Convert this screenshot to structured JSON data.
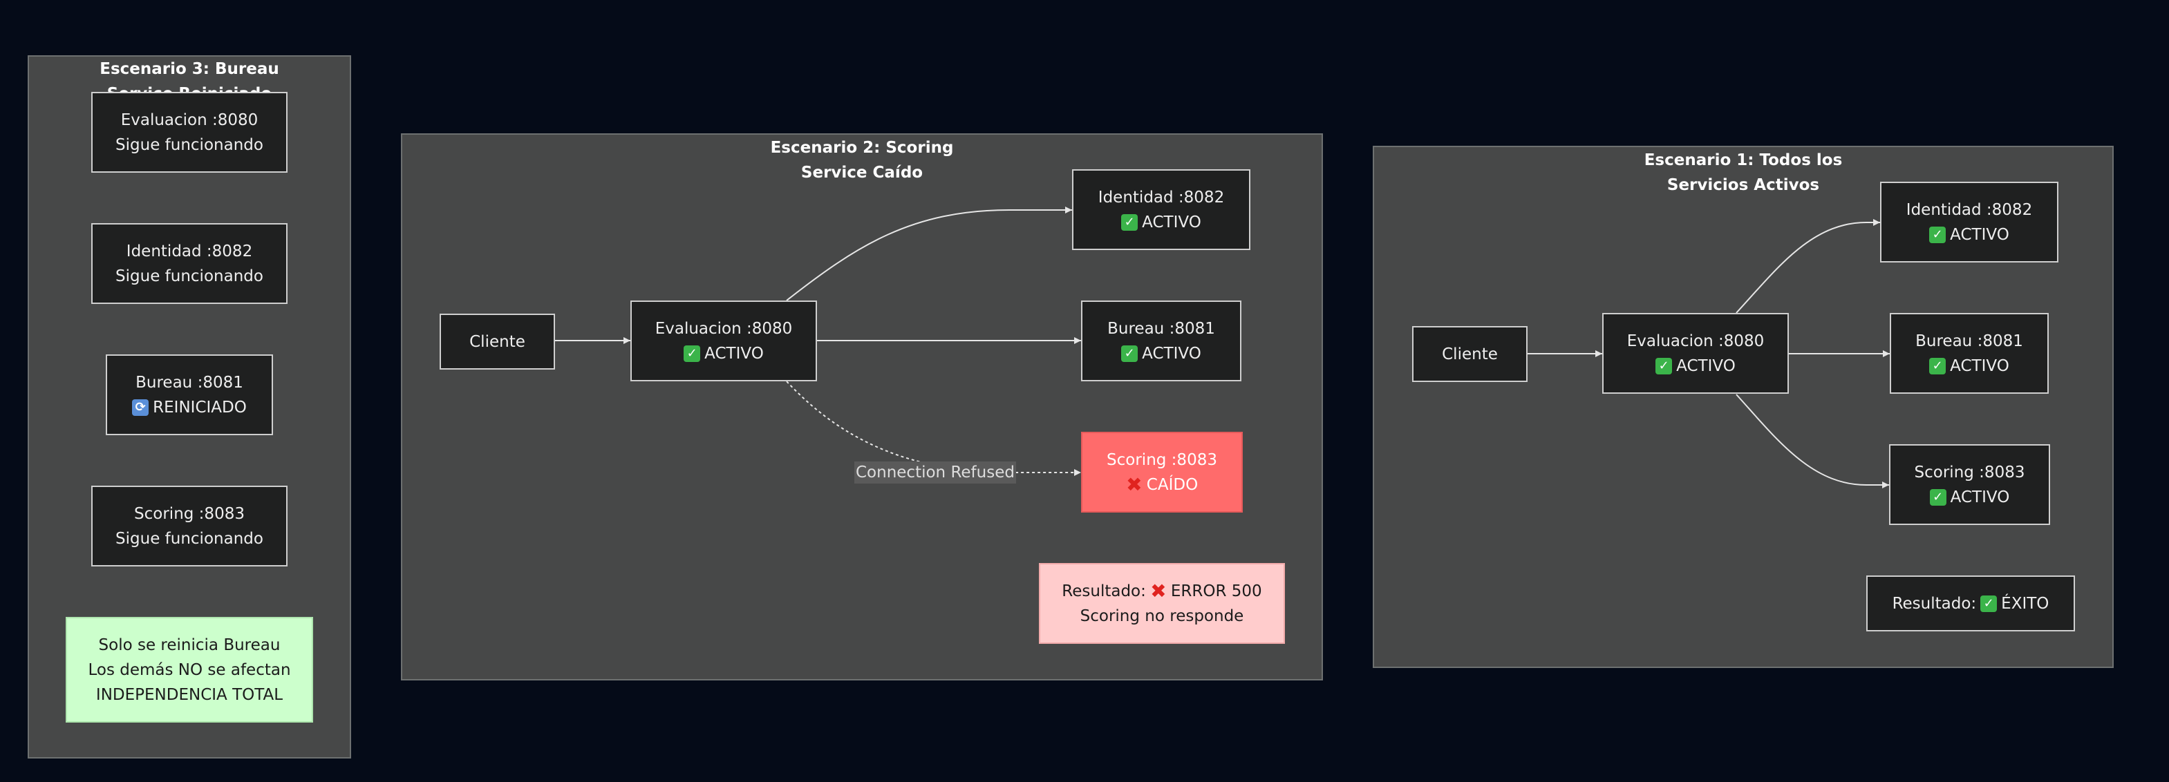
{
  "colors": {
    "background": "#050b18",
    "cluster": "#474848",
    "node": "#1f2020",
    "failed_node": "#ff6b6b",
    "error_result": "#ffcccc",
    "note": "#ccffcc",
    "ok_icon": "#3bb44a",
    "x_icon": "#e0231f"
  },
  "escenario3": {
    "title_line1": "Escenario 3: Bureau",
    "title_line2": "Service Reiniciado",
    "evaluacion": {
      "name": "Evaluacion :8080",
      "status": "Sigue funcionando"
    },
    "identidad": {
      "name": "Identidad :8082",
      "status": "Sigue funcionando"
    },
    "bureau": {
      "name": "Bureau :8081",
      "status": "REINICIADO",
      "icon": "sync-icon"
    },
    "scoring": {
      "name": "Scoring :8083",
      "status": "Sigue funcionando"
    },
    "note": {
      "line1": "Solo se reinicia Bureau",
      "line2": "Los demás NO se afectan",
      "line3": "INDEPENDENCIA TOTAL"
    }
  },
  "escenario2": {
    "title_line1": "Escenario 2: Scoring",
    "title_line2": "Service Caído",
    "cliente": "Cliente",
    "evaluacion": {
      "name": "Evaluacion :8080",
      "status": "ACTIVO",
      "icon": "ok-icon"
    },
    "identidad": {
      "name": "Identidad :8082",
      "status": "ACTIVO",
      "icon": "ok-icon"
    },
    "bureau": {
      "name": "Bureau :8081",
      "status": "ACTIVO",
      "icon": "ok-icon"
    },
    "scoring": {
      "name": "Scoring :8083",
      "status": "CAÍDO",
      "icon": "x-icon"
    },
    "edge_label": "Connection Refused",
    "result": {
      "label": "Resultado:",
      "value": "ERROR 500",
      "icon": "x-icon",
      "detail": "Scoring no responde"
    }
  },
  "escenario1": {
    "title_line1": "Escenario 1: Todos los",
    "title_line2": "Servicios Activos",
    "cliente": "Cliente",
    "evaluacion": {
      "name": "Evaluacion :8080",
      "status": "ACTIVO",
      "icon": "ok-icon"
    },
    "identidad": {
      "name": "Identidad :8082",
      "status": "ACTIVO",
      "icon": "ok-icon"
    },
    "bureau": {
      "name": "Bureau :8081",
      "status": "ACTIVO",
      "icon": "ok-icon"
    },
    "scoring": {
      "name": "Scoring :8083",
      "status": "ACTIVO",
      "icon": "ok-icon"
    },
    "result": {
      "label": "Resultado:",
      "value": "ÉXITO",
      "icon": "ok-icon"
    }
  }
}
